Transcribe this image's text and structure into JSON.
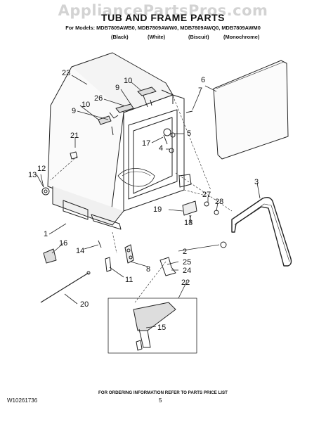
{
  "watermark": "AppliancePartsPros.com",
  "header": {
    "title": "TUB AND FRAME PARTS",
    "models": "For Models: MDB7809AWB0, MDB7809AWW0, MDB7809AWQ0, MDB7809AWM0",
    "colors": [
      "(Black)",
      "(White)",
      "(Biscuit)",
      "(Monochrome)"
    ]
  },
  "callouts": [
    "23",
    "10",
    "9",
    "26",
    "10",
    "9",
    "21",
    "6",
    "7",
    "5",
    "17",
    "4",
    "13",
    "12",
    "3",
    "27",
    "28",
    "19",
    "1",
    "16",
    "14",
    "8",
    "18",
    "2",
    "25",
    "24",
    "11",
    "22",
    "15",
    "20"
  ],
  "footer": {
    "note": "FOR ORDERING INFORMATION REFER TO PARTS PRICE LIST",
    "code": "W10261736",
    "page": "5"
  }
}
